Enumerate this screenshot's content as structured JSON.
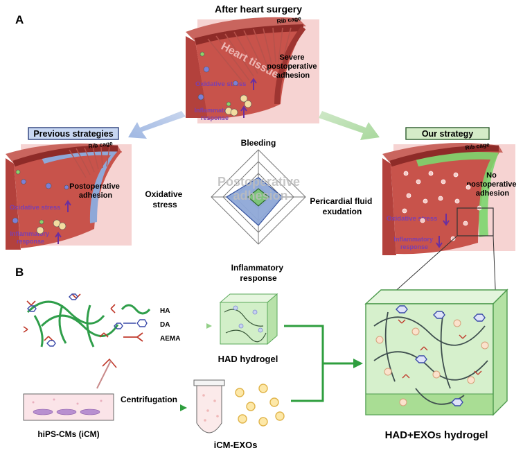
{
  "panel_a": {
    "label": "A",
    "top_title": "After heart surgery",
    "top_rib_cage": "Rib cage",
    "top_heart_tissue": "Heart tissue",
    "top_adhesion": [
      "Severe",
      "postoperative",
      "adhesion"
    ],
    "top_oxidative": "Oxidative stress",
    "top_inflammatory": [
      "Inflammatory",
      "response"
    ],
    "prev_title": "Previous strategies",
    "prev_rib_cage": "Rib cage",
    "prev_adhesion": [
      "Postoperative",
      "adhesion"
    ],
    "prev_oxidative": "Oxidative stress",
    "prev_inflammatory": [
      "Inflammatory",
      "response"
    ],
    "ours_title": "Our strategy",
    "ours_rib_cage": "Rib cage",
    "ours_adhesion": [
      "No",
      "postoperative",
      "adhesion"
    ],
    "ours_oxidative": "Oxidative stress",
    "ours_inflammatory": [
      "Inflammatory",
      "response"
    ]
  },
  "radar": {
    "watermark": [
      "Postoperative",
      "adhesion"
    ],
    "axes": {
      "top": "Bleeding",
      "left": [
        "Oxidative",
        "stress"
      ],
      "right": [
        "Pericardial fluid",
        "exudation"
      ],
      "bottom": [
        "Inflammatory",
        "response"
      ]
    },
    "colors": {
      "previous": "#8fa8d8",
      "ours": "#7cc47a"
    }
  },
  "panel_b": {
    "label": "B",
    "legend": {
      "ha": "HA",
      "da": "DA",
      "aema": "AEMA"
    },
    "had_hydrogel": "HAD hydrogel",
    "cells": "hiPS-CMs (iCM)",
    "centrifugation": "Centrifugation",
    "exos": "iCM-EXOs",
    "final": "HAD+EXOs hydrogel"
  }
}
